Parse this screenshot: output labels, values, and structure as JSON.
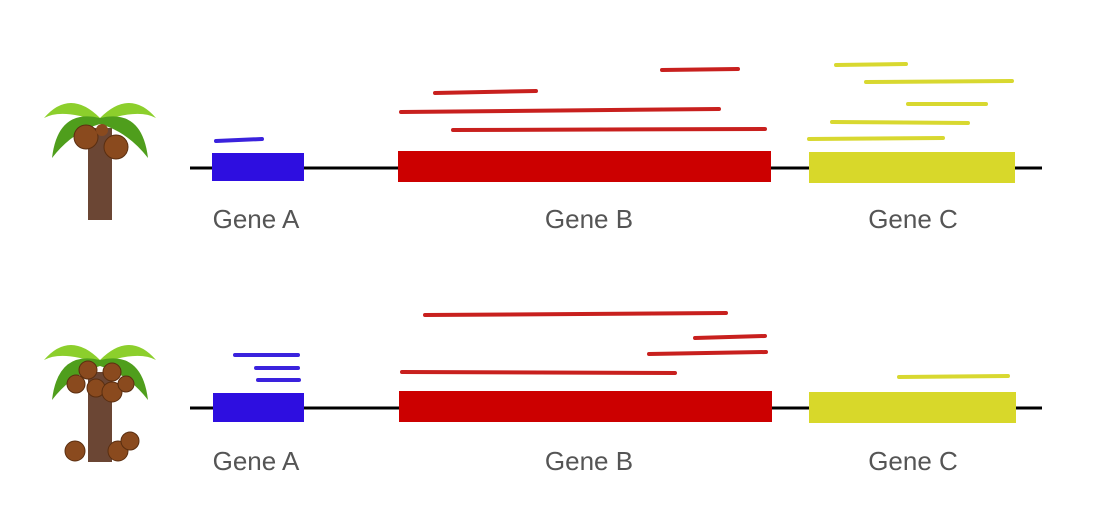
{
  "colors": {
    "gene_a": "#2e0ee0",
    "gene_b": "#cc0000",
    "gene_c": "#d8d82a",
    "gene_b_read": "#c8201e",
    "gene_c_read": "#d8d830",
    "gene_a_read": "#3a22dd",
    "baseline": "#000000",
    "label": "#555555",
    "palm_leaf_light": "#8ccf2c",
    "palm_leaf_dark": "#4f9e1c",
    "palm_trunk": "#6b4634",
    "coconut": "#8a4a1e"
  },
  "rows": [
    {
      "icon": "palm-tree-icon",
      "genes": [
        {
          "name": "Gene A",
          "key": "gene_a"
        },
        {
          "name": "Gene B",
          "key": "gene_b"
        },
        {
          "name": "Gene C",
          "key": "gene_c"
        }
      ]
    },
    {
      "icon": "palm-tree-with-fallen-coconuts-icon",
      "genes": [
        {
          "name": "Gene A",
          "key": "gene_a"
        },
        {
          "name": "Gene B",
          "key": "gene_b"
        },
        {
          "name": "Gene C",
          "key": "gene_c"
        }
      ]
    }
  ]
}
